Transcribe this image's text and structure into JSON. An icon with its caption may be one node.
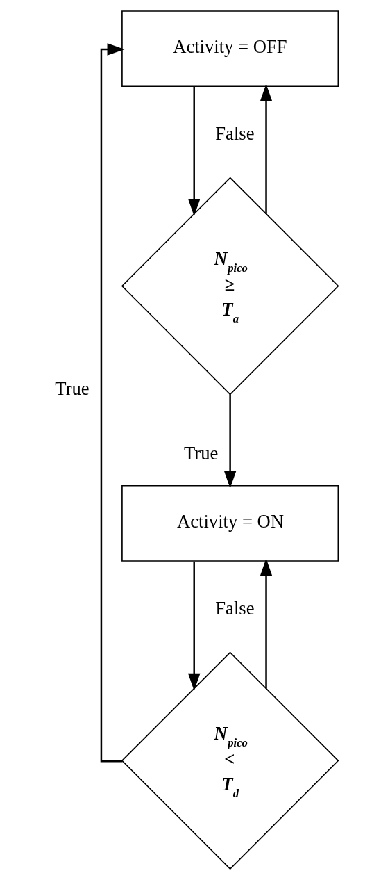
{
  "diagram": {
    "nodes": [
      {
        "text": [
          "Activity = OFF"
        ]
      },
      {
        "text": [
          "N$_{pico}$ ≥ T$_{a}$"
        ]
      },
      {
        "text": [
          "Activity = ON"
        ]
      },
      {
        "text": [
          "N$_{pico}$ < T$_{d}$"
        ]
      }
    ],
    "edges": [
      {
        "from": 0,
        "to": 1,
        "arrow": "to"
      },
      {
        "from": 1,
        "to": 0,
        "arrow": "to",
        "label": "False"
      },
      {
        "from": 1,
        "to": 2,
        "arrow": "to",
        "label": "True"
      },
      {
        "from": 2,
        "to": 3,
        "arrow": "to"
      },
      {
        "from": 3,
        "to": 2,
        "arrow": "to",
        "label": "False"
      },
      {
        "from": 3,
        "to": 0,
        "arrow": "to",
        "label": "True"
      }
    ]
  }
}
